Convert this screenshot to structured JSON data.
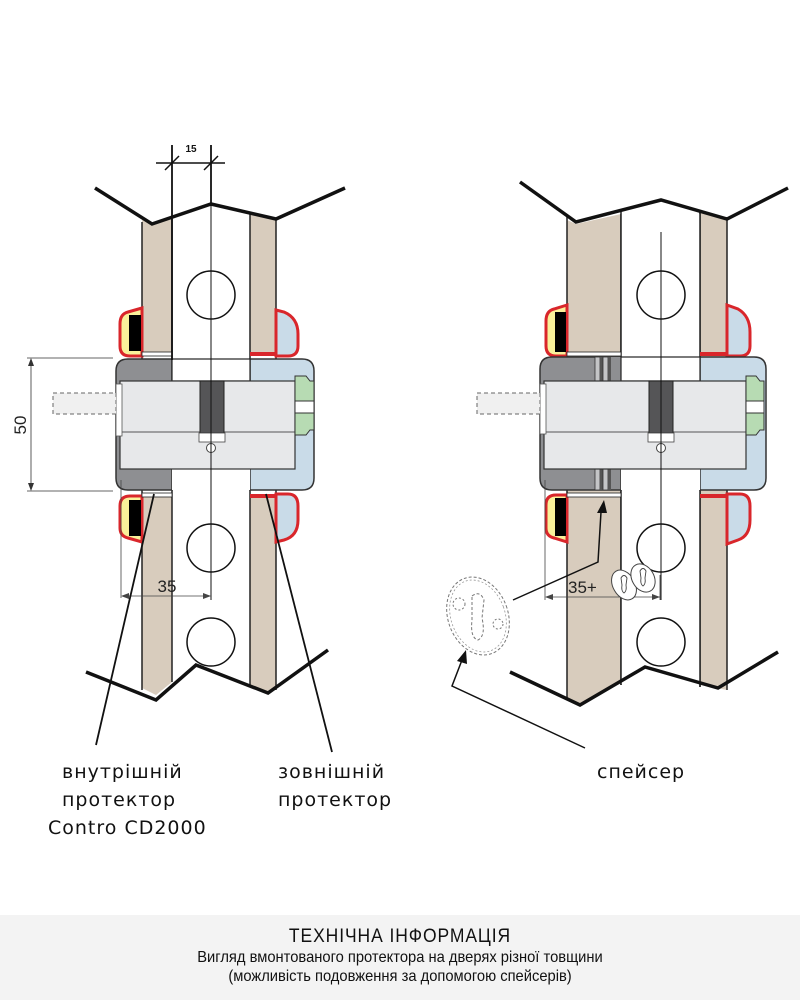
{
  "diagram": {
    "left_view": {
      "dimension_top": "15",
      "dimension_height": "50",
      "dimension_bottom": "35",
      "label_inner_line1": "внутрішній",
      "label_inner_line2": "протектор",
      "label_inner_line3": "Contro CD2000",
      "label_outer_line1": "зовнішній",
      "label_outer_line2": "протектор"
    },
    "right_view": {
      "dimension_bottom": "35+",
      "label_spacer": "спейсер"
    },
    "colors": {
      "door_panel": "#d8ccbd",
      "inner_protector": "#8e8f92",
      "outer_protector": "#c9dbe8",
      "rosette_outline": "#d9262b",
      "rosette_fill": "#f9f19a",
      "cylinder": "#e7e8ea",
      "cam": "#555557",
      "pin_green": "#b7dbb3"
    }
  },
  "footer": {
    "title": "ТЕХНІЧНА ІНФОРМАЦІЯ",
    "line1": "Вигляд вмонтованого протектора на дверях різної товщини",
    "line2": "(можливість подовження за допомогою спейсерів)"
  }
}
